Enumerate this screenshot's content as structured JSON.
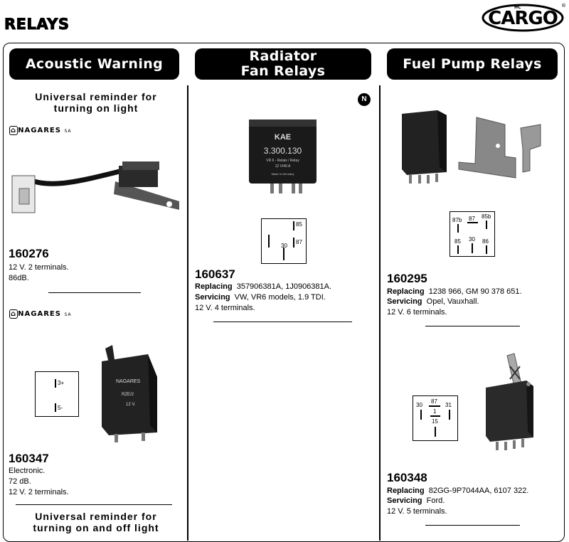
{
  "page_title": "RELAYS",
  "logo": {
    "text": "CARGO",
    "sup": "HC",
    "reg": "®"
  },
  "columns": [
    {
      "header": "Acoustic Warning",
      "subtitle": "Universal reminder for turning on light",
      "brand": "NAGARES",
      "brand_sub": "SA",
      "products": [
        {
          "number": "160276",
          "lines": [
            "12 V.  2 terminals.",
            "86dB."
          ],
          "diagram_pins": []
        },
        {
          "number": "160347",
          "lines": [
            "Electronic.",
            "72 dB.",
            "12 V.   2 terminals."
          ],
          "diagram_pins": [
            "3+",
            "5-"
          ]
        }
      ],
      "bottom_subtitle": "Universal reminder for turning on and off light"
    },
    {
      "header_lines": [
        "Radiator",
        "Fan Relays"
      ],
      "badge": "N",
      "product": {
        "number": "160637",
        "replacing_label": "Replacing",
        "replacing": "357906381A, 1J0906381A.",
        "servicing_label": "Servicing",
        "servicing": "VW, VR6 models, 1.9 TDI.",
        "terminals": "12 V.   4 terminals.",
        "relay_label": {
          "brand": "KAE",
          "code": "3.300.130",
          "line1": "VR 6 - Relais / Relay",
          "line2": "12 V/40 A",
          "line3": "Made in Germany"
        },
        "diagram_pins": [
          "85",
          "87",
          "30"
        ]
      }
    },
    {
      "header": "Fuel Pump Relays",
      "products": [
        {
          "number": "160295",
          "replacing_label": "Replacing",
          "replacing": "1238 966,   GM 90 378 651.",
          "servicing_label": "Servicing",
          "servicing": "Opel,   Vauxhall.",
          "terminals": "12 V.   6 terminals.",
          "diagram_pins": [
            "87b",
            "87",
            "85b",
            "85",
            "30",
            "86"
          ]
        },
        {
          "number": "160348",
          "replacing_label": "Replacing",
          "replacing": "82GG-9P7044AA,   6107 322.",
          "servicing_label": "Servicing",
          "servicing": "Ford.",
          "terminals": "12 V.   5 terminals.",
          "diagram_pins": [
            "30",
            "87",
            "31",
            "1",
            "15"
          ]
        }
      ]
    }
  ]
}
